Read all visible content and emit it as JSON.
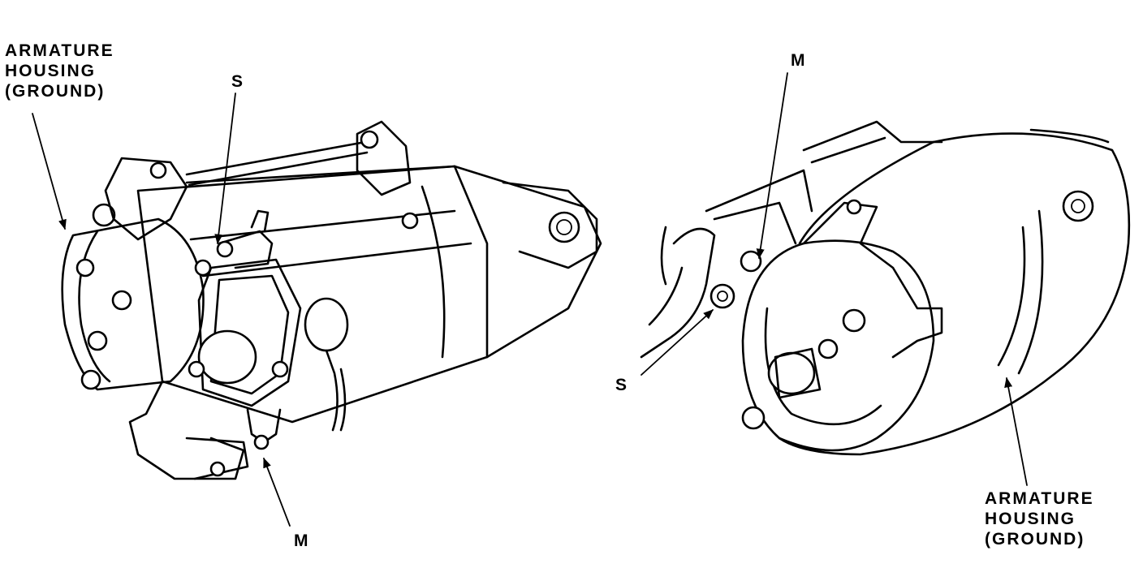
{
  "left_starter": {
    "armature_label": [
      "ARMATURE",
      "HOUSING",
      "(GROUND)"
    ],
    "s_label": "S",
    "m_label": "M"
  },
  "right_starter": {
    "m_label": "M",
    "s_label": "S",
    "armature_label": [
      "ARMATURE",
      "HOUSING",
      "(GROUND)"
    ]
  }
}
